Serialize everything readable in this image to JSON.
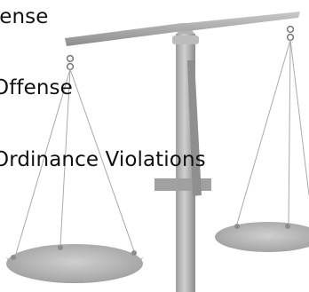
{
  "text_lines": [
    "fense",
    "Offense",
    "Ordinance Violations"
  ],
  "colors": {
    "background": "#ffffff",
    "text": "#111111",
    "scale_metal": "#a9a9a9",
    "scale_shadow": "#8d8d8d",
    "scale_highlight": "#d7d7d7"
  },
  "icon": "balance-scale-icon"
}
